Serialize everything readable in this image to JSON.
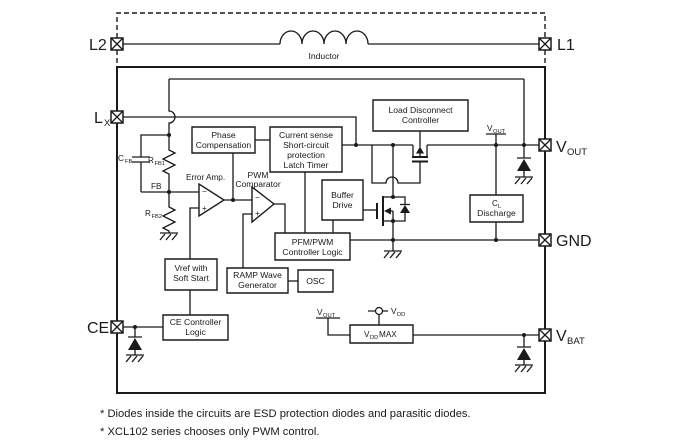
{
  "colors": {
    "line": "#1a1a1a",
    "background": "#ffffff"
  },
  "pins": {
    "l2": "L2",
    "l1": "L1",
    "lx": {
      "main": "L",
      "sub": "X"
    },
    "vout": {
      "main": "V",
      "sub": "OUT"
    },
    "gnd": "GND",
    "vbat": {
      "main": "V",
      "sub": "BAT"
    },
    "ce": "CE"
  },
  "inductor_label": "Inductor",
  "blocks": {
    "phase_compensation": {
      "line1": "Phase",
      "line2": "Compensation"
    },
    "current_sense": {
      "line1": "Current sense",
      "line2": "Short-circuit",
      "line3": "protection",
      "line4": "Latch Timer"
    },
    "load_disconnect": {
      "line1": "Load Disconnect",
      "line2": "Controller"
    },
    "buffer_drive": {
      "line1": "Buffer",
      "line2": "Drive"
    },
    "pfm_pwm_logic": {
      "line1": "PFM/PWM",
      "line2": "Controller Logic"
    },
    "cl_discharge": {
      "cap_main": "C",
      "cap_sub": "L",
      "line2": "Discharge"
    },
    "vref_soft_start": {
      "line1": "Vref with",
      "line2": "Soft Start"
    },
    "ce_logic": {
      "line1": "CE Controller",
      "line2": "Logic"
    },
    "ramp_generator": {
      "line1": "RAMP Wave",
      "line2": "Generator"
    },
    "osc": "OSC",
    "vdd_max": {
      "main": "V",
      "sub": "DD",
      "rest": "MAX"
    }
  },
  "amplifiers": {
    "error_amp": {
      "label": "Error Amp.",
      "minus": "−",
      "plus": "+"
    },
    "pwm_comparator": {
      "line1": "PWM",
      "line2": "Comparator",
      "minus": "−",
      "plus": "+"
    }
  },
  "nets": {
    "cfb": {
      "main": "C",
      "sub": "FB"
    },
    "rfb1": {
      "main": "R",
      "sub": "FB1"
    },
    "rfb2": {
      "main": "R",
      "sub": "FB2"
    },
    "fb": "FB",
    "vout_sense_top": {
      "main": "V",
      "sub": "OUT"
    },
    "vout_sense_bottom": {
      "main": "V",
      "sub": "OUT"
    },
    "vdd_probe": {
      "main": "V",
      "sub": "DD"
    }
  },
  "footnotes": {
    "line1": "* Diodes inside the circuits are ESD protection diodes and parasitic diodes.",
    "line2": "* XCL102 series chooses only PWM control."
  }
}
